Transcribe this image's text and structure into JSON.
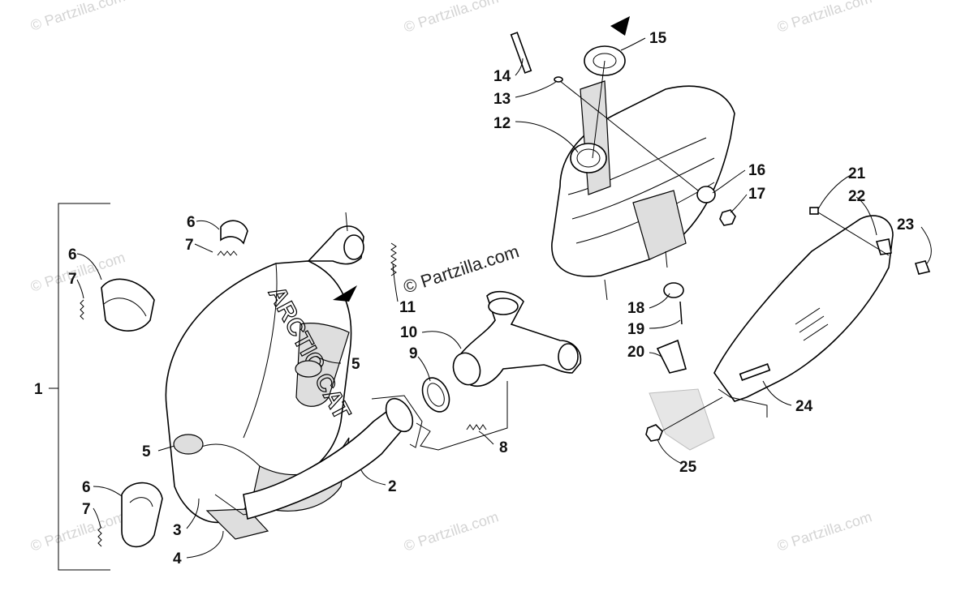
{
  "watermarks": {
    "main": "© Partzilla.com",
    "faint": "© Partzilla.com"
  },
  "logo_text": "ARCTIC CAT",
  "callouts": [
    "1",
    "2",
    "3",
    "4",
    "5",
    "5",
    "6",
    "6",
    "6",
    "7",
    "7",
    "7",
    "8",
    "9",
    "10",
    "11",
    "12",
    "13",
    "14",
    "15",
    "16",
    "17",
    "18",
    "19",
    "20",
    "21",
    "22",
    "23",
    "24",
    "25"
  ]
}
